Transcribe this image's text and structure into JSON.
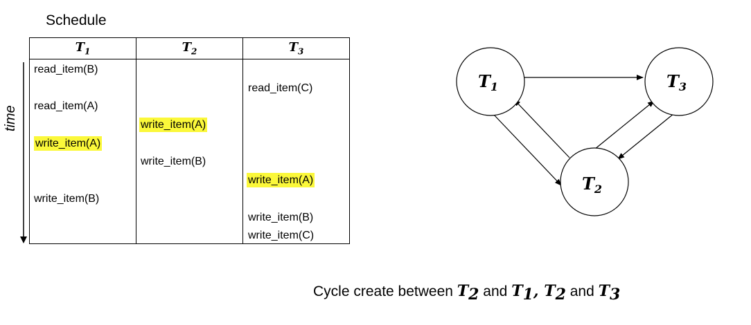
{
  "schedule": {
    "title": "Schedule",
    "time_label": "time",
    "headers": [
      {
        "main": "T",
        "sub": "1"
      },
      {
        "main": "T",
        "sub": "2"
      },
      {
        "main": "T",
        "sub": "3"
      }
    ],
    "operations": [
      {
        "col": 0,
        "row": 0,
        "text": "read_item(B)",
        "highlight": false
      },
      {
        "col": 0,
        "row": 1,
        "text": "read_item(A)",
        "highlight": false
      },
      {
        "col": 0,
        "row": 2,
        "text": "write_item(A)",
        "highlight": true
      },
      {
        "col": 0,
        "row": 3,
        "text": "write_item(B)",
        "highlight": false
      },
      {
        "col": 1,
        "row": 0,
        "text": "write_item(A)",
        "highlight": true
      },
      {
        "col": 1,
        "row": 1,
        "text": "write_item(B)",
        "highlight": false
      },
      {
        "col": 2,
        "row": 0,
        "text": "read_item(C)",
        "highlight": false
      },
      {
        "col": 2,
        "row": 1,
        "text": "write_item(A)",
        "highlight": true
      },
      {
        "col": 2,
        "row": 2,
        "text": "write_item(B)",
        "highlight": false
      },
      {
        "col": 2,
        "row": 3,
        "text": "write_item(C)",
        "highlight": false
      }
    ],
    "highlight_color": "#fbf83a"
  },
  "graph": {
    "nodes": [
      {
        "id": "T1",
        "main": "T",
        "sub": "1"
      },
      {
        "id": "T3",
        "main": "T",
        "sub": "3"
      },
      {
        "id": "T2",
        "main": "T",
        "sub": "2"
      }
    ],
    "edges": [
      {
        "from": "T1",
        "to": "T3"
      },
      {
        "from": "T1",
        "to": "T2"
      },
      {
        "from": "T2",
        "to": "T1"
      },
      {
        "from": "T2",
        "to": "T3"
      },
      {
        "from": "T3",
        "to": "T2"
      }
    ]
  },
  "caption": {
    "prefix": "Cycle create between ",
    "a_main": "T",
    "a_sub": "2",
    "and1": " and ",
    "b_main": "T",
    "b_sub": "1",
    "sep": ",  ",
    "c_main": "T",
    "c_sub": "2",
    "and2": " and ",
    "d_main": "T",
    "d_sub": "3"
  }
}
